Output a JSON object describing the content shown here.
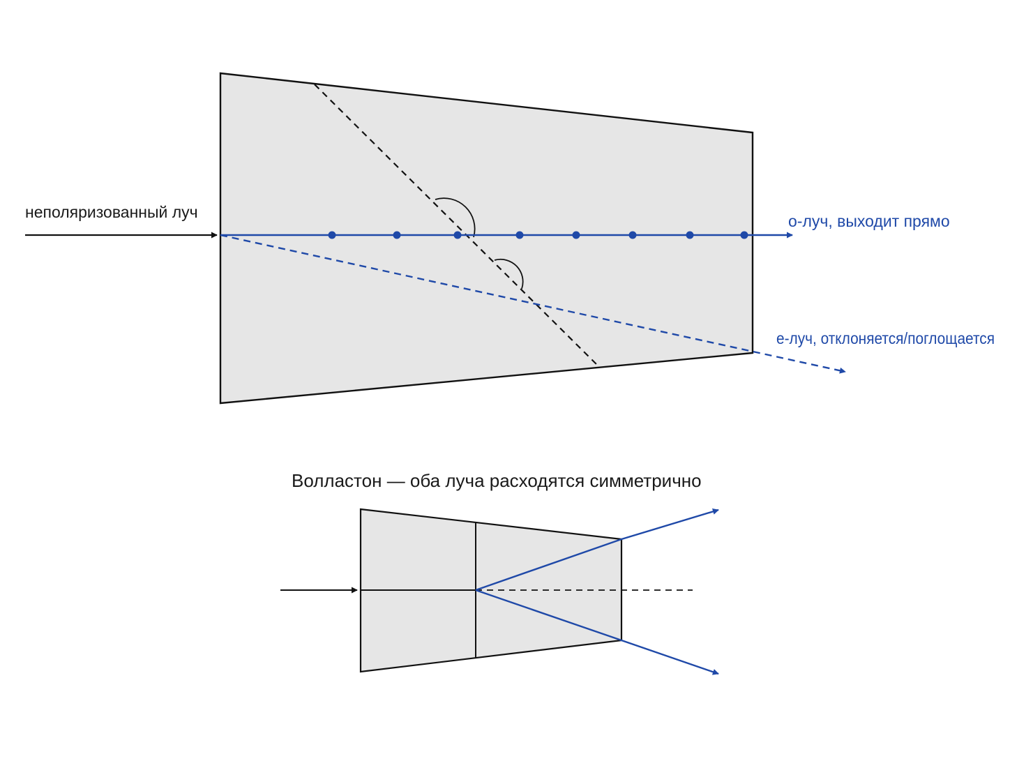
{
  "top_diagram": {
    "input_label": "неполяризованный луч",
    "o_ray_label": "о-луч, выходит прямо",
    "e_ray_label": "е-луч, отклоняется/поглощается"
  },
  "bottom_diagram": {
    "caption": "Волластон — оба луча расходятся симметрично"
  },
  "colors": {
    "prism_fill": "#e6e6e6",
    "outline": "#111111",
    "ray_blue": "#1f49a8",
    "label_text": "#1a1a1a"
  }
}
